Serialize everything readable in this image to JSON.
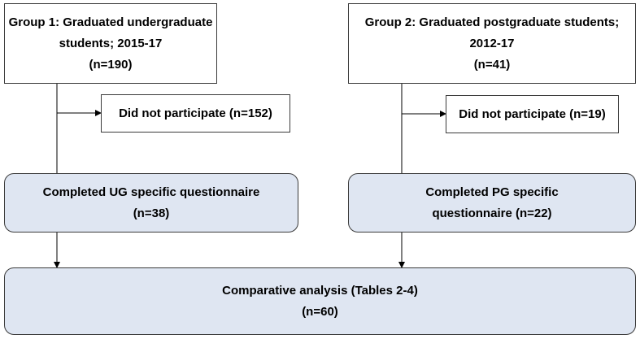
{
  "group1": {
    "line1": "Group 1: Graduated undergraduate",
    "line2": "students; 2015-17",
    "line3": "(n=190)"
  },
  "group2": {
    "line1": "Group 2: Graduated postgraduate students;",
    "line2": "2012-17",
    "line3": "(n=41)"
  },
  "excluded1": {
    "label": "Did not participate (n=152)"
  },
  "excluded2": {
    "label": "Did not participate (n=19)"
  },
  "completed1": {
    "line1": "Completed UG specific questionnaire",
    "line2": "(n=38)"
  },
  "completed2": {
    "line1": "Completed PG specific",
    "line2": "questionnaire (n=22)"
  },
  "analysis": {
    "line1": "Comparative analysis (Tables 2-4)",
    "line2": "(n=60)"
  },
  "colors": {
    "filled_box": "#dfe6f2",
    "border": "#3a3a3a",
    "line": "#000000"
  }
}
